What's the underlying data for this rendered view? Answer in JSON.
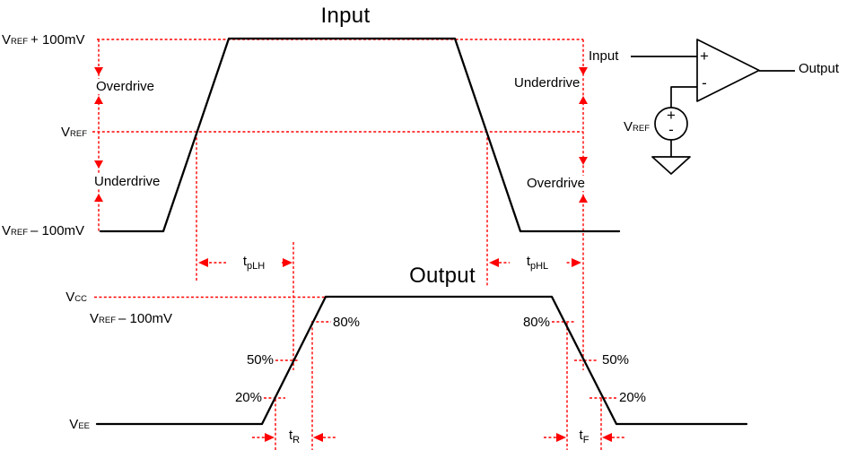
{
  "colors": {
    "annotation_red": "#ff0000",
    "waveform_black": "#000000",
    "background": "#ffffff"
  },
  "waveform_titles": {
    "input": "Input",
    "output": "Output"
  },
  "input_levels": {
    "vref_plus": {
      "base": "V",
      "sub": "REF",
      "rest": "+ 100mV"
    },
    "vref": {
      "base": "V",
      "sub": "REF"
    },
    "vref_minus": {
      "base": "V",
      "sub": "REF",
      "rest": "– 100mV"
    },
    "overdrive": "Overdrive",
    "underdrive": "Underdrive"
  },
  "output_levels": {
    "vcc": {
      "base": "V",
      "sub": "CC"
    },
    "vref_minus": {
      "base": "V",
      "sub": "REF",
      "rest": "– 100mV"
    },
    "vee": {
      "base": "V",
      "sub": "EE"
    },
    "pct80": "80%",
    "pct50": "50%",
    "pct20": "20%"
  },
  "timing_params": {
    "t_plh": {
      "base": "t",
      "sub": "pLH"
    },
    "t_phl": {
      "base": "t",
      "sub": "pHL"
    },
    "t_r": {
      "base": "t",
      "sub": "R"
    },
    "t_f": {
      "base": "t",
      "sub": "F"
    }
  },
  "circuit": {
    "input": "Input",
    "output": "Output",
    "vref": {
      "base": "V",
      "sub": "REF"
    },
    "comp_plus": "+",
    "comp_minus": "-",
    "src_plus": "+",
    "src_minus": "-"
  }
}
